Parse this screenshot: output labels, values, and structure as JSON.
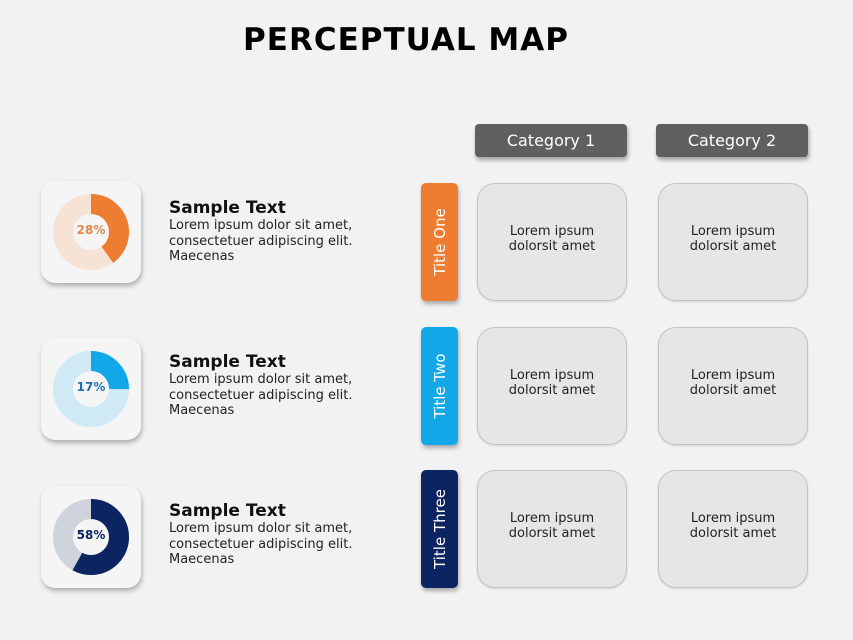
{
  "title": "PERCEPTUAL MAP",
  "colors": {
    "background": "#f2f2f2",
    "orange": "#ee7d31",
    "orange_light": "#f7e3d6",
    "blue": "#12a8e8",
    "blue_light": "#cfe9f5",
    "navy": "#0c2461",
    "navy_light": "#cfd4dc",
    "category_header": "#5f5f5f",
    "cell_bg": "#e6e6e6"
  },
  "items": [
    {
      "percent": "28%",
      "value": 28,
      "heading": "Sample Text",
      "body": [
        "Lorem ipsum dolor sit amet,",
        "consectetuer adipiscing elit.",
        "Maecenas"
      ]
    },
    {
      "percent": "17%",
      "value": 17,
      "heading": "Sample Text",
      "body": [
        "Lorem ipsum dolor sit amet,",
        "consectetuer adipiscing elit.",
        "Maecenas"
      ]
    },
    {
      "percent": "58%",
      "value": 58,
      "heading": "Sample Text",
      "body": [
        "Lorem ipsum dolor sit amet,",
        "consectetuer adipiscing elit.",
        "Maecenas"
      ]
    }
  ],
  "categories": [
    "Category 1",
    "Category 2"
  ],
  "rows": [
    {
      "label": "Title One",
      "cells": [
        [
          "Lorem ipsum",
          "dolorsit amet"
        ],
        [
          "Lorem ipsum",
          "dolorsit amet"
        ]
      ]
    },
    {
      "label": "Title Two",
      "cells": [
        [
          "Lorem ipsum",
          "dolorsit amet"
        ],
        [
          "Lorem ipsum",
          "dolorsit amet"
        ]
      ]
    },
    {
      "label": "Title Three",
      "cells": [
        [
          "Lorem ipsum",
          "dolorsit amet"
        ],
        [
          "Lorem ipsum",
          "dolorsit amet"
        ]
      ]
    }
  ]
}
